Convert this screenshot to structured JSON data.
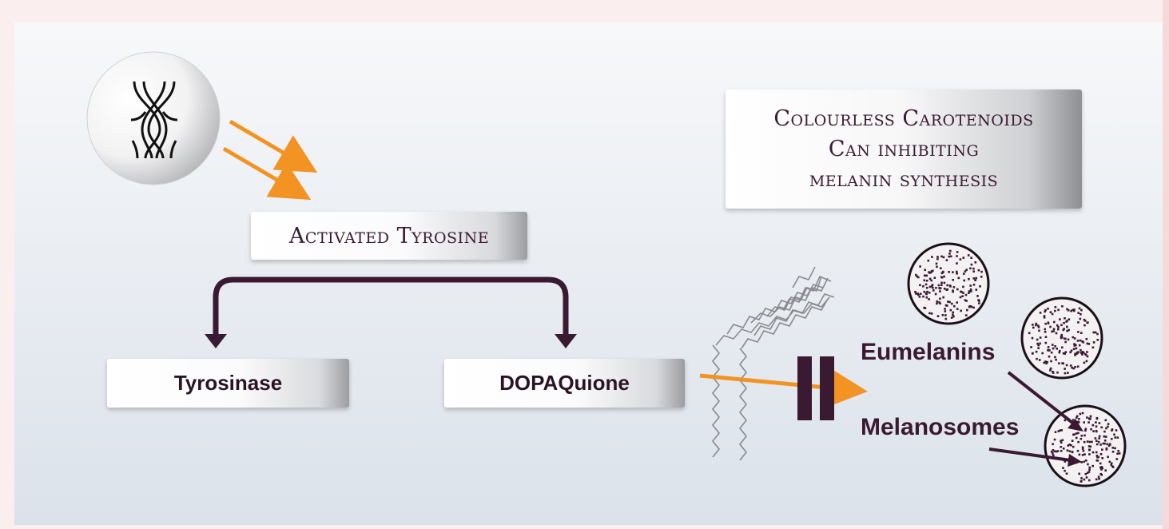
{
  "diagram": {
    "activated_tyrosine": "Activated Tyrosine",
    "tyrosinase": "Tyrosinase",
    "dopaquione": "DOPAQuione",
    "carotenoids": {
      "line1": "Colourless Carotenoids",
      "line2": "Can inhibiting",
      "line3": "melanin synthesis"
    },
    "eumelanins": "Eumelanins",
    "melanosomes": "Melanosomes"
  },
  "icons": {
    "dna": "dna-chromosome-icon",
    "melanosome": "dotted-circle-icon",
    "inhibition": "inhibition-bar-icon",
    "lipid_chain": "zigzag-chain-icon"
  },
  "colors": {
    "orange_arrow": "#f39323",
    "dark_plum": "#3a1a32",
    "panel_top": "#f5f6f8",
    "panel_bottom": "#dde3ea"
  }
}
